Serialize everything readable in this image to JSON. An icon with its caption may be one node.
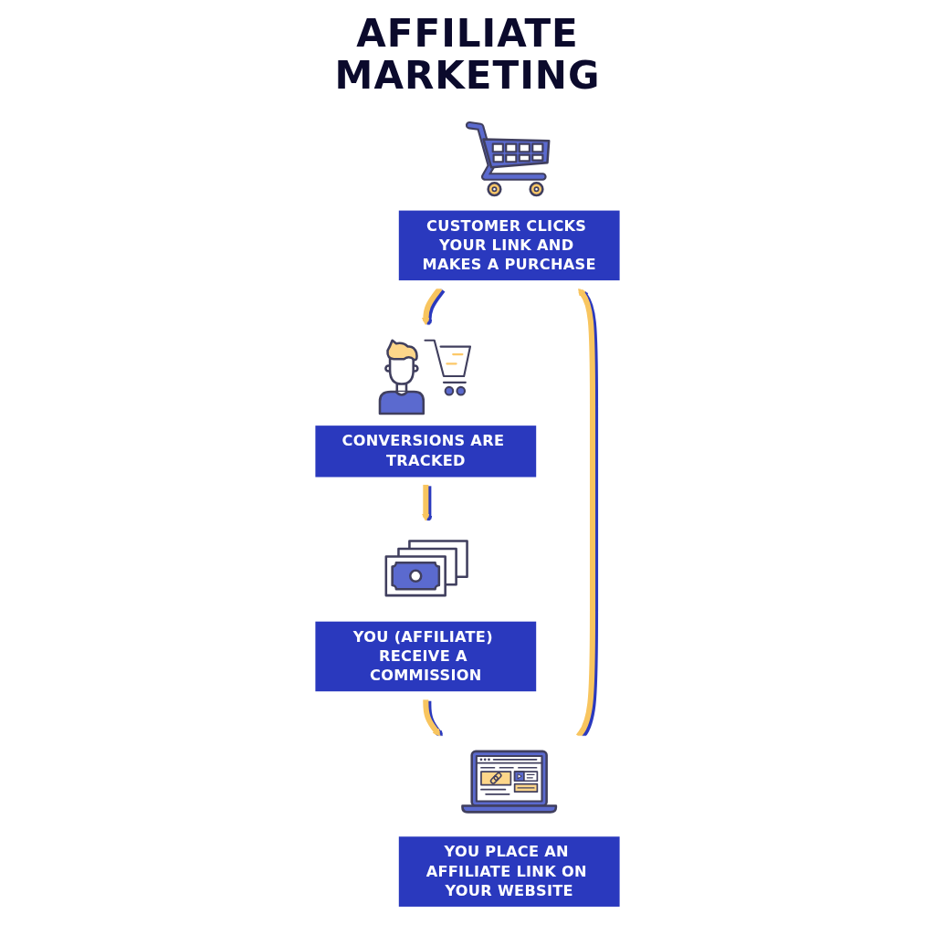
{
  "diagram": {
    "title": "AFFILIATE MARKETING",
    "nodes": [
      {
        "text": [
          "CUSTOMER CLICKS YOUR LINK AND MAKES A PURCHASE"
        ]
      },
      {
        "text": [
          "YOU PLACE AN AFFILIATE LINK ON YOUR WEBSITE"
        ]
      },
      {
        "text": [
          "CONVERSIONS ARE TRACKED"
        ]
      },
      {
        "text": [
          "YOU (AFFILIATE) RECEIVE A COMMISSION"
        ]
      }
    ],
    "edges": [
      {
        "from": 1,
        "to": 0,
        "arrow": "to"
      },
      {
        "from": 0,
        "to": 2,
        "arrow": "to"
      },
      {
        "from": 2,
        "to": 3,
        "arrow": "to"
      },
      {
        "from": 3,
        "to": 1,
        "arrow": "to"
      }
    ]
  }
}
